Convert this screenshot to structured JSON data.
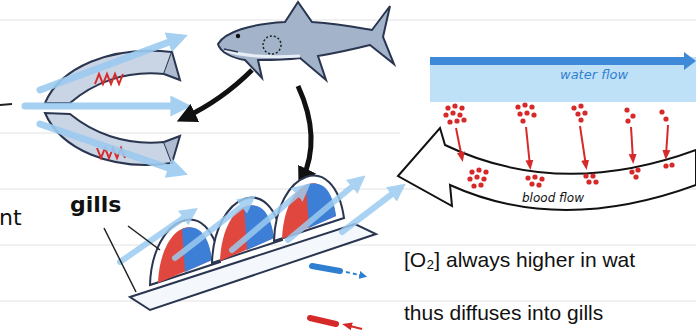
{
  "diagram": {
    "labels": [
      "nt",
      "gills",
      "water flow",
      "blood flow",
      "[O₂] always higher in wat",
      "thus diffuses into gills"
    ]
  }
}
